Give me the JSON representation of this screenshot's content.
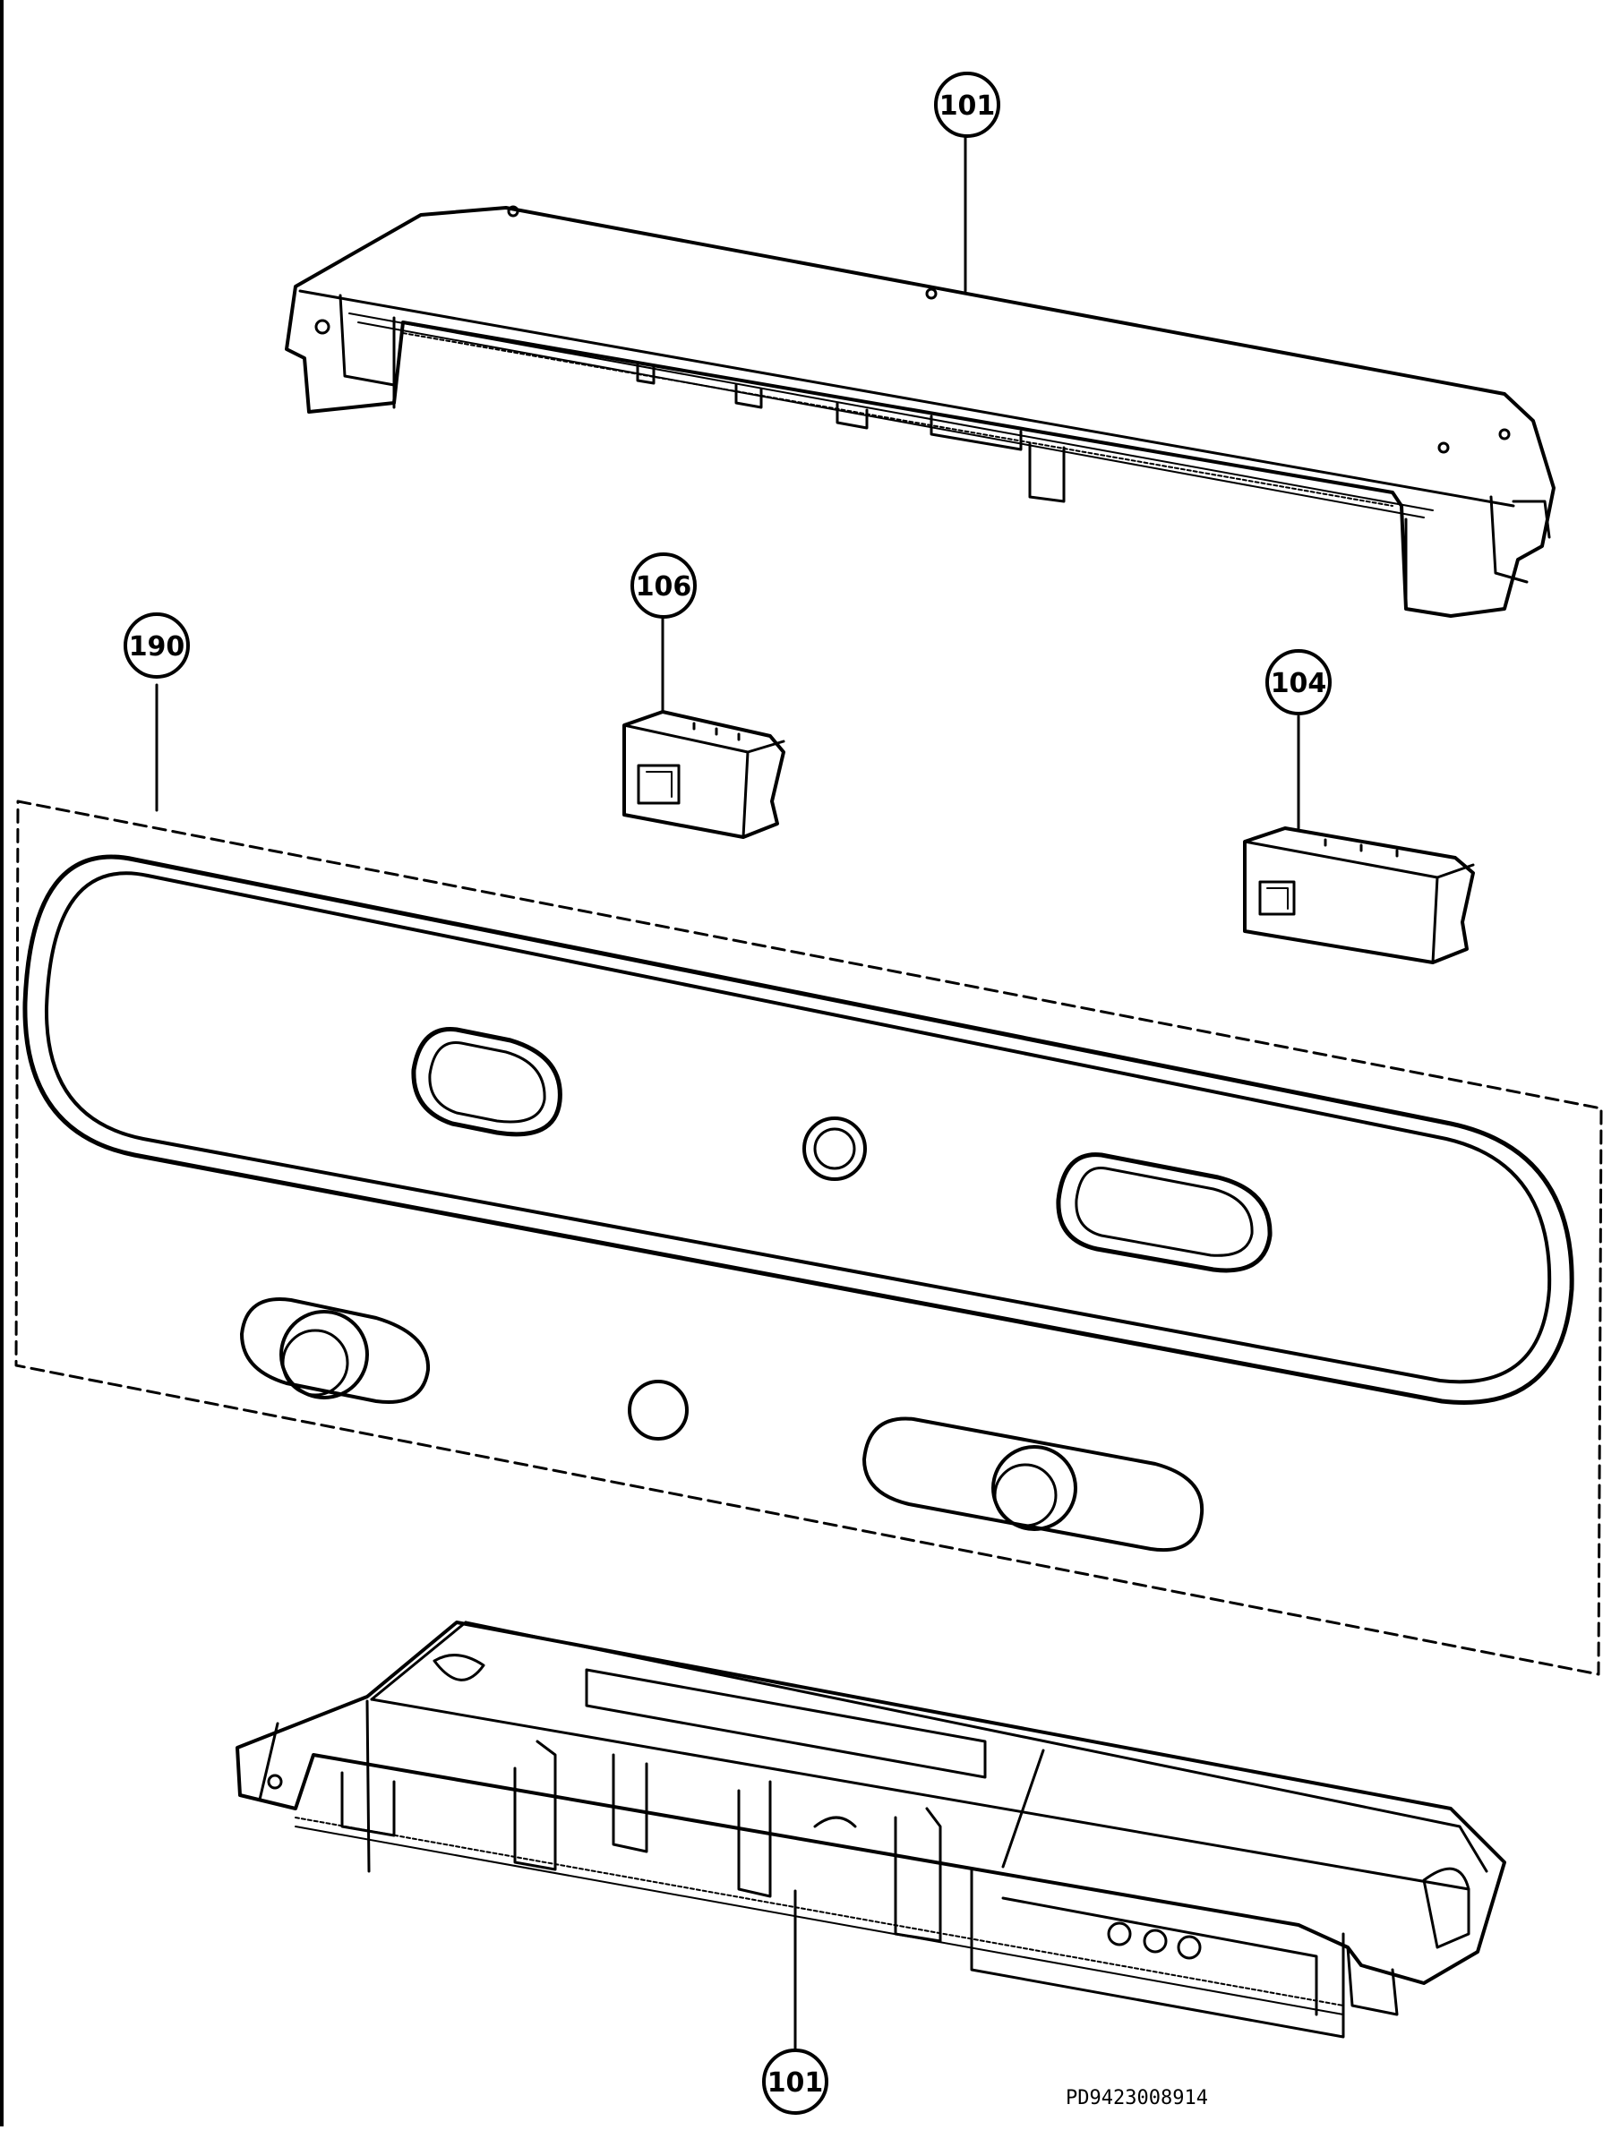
{
  "diagram": {
    "type": "exploded-parts-view",
    "callouts": {
      "housing_top": "101",
      "switch_left": "106",
      "panel_overlay": "190",
      "switch_right": "104",
      "housing_bottom": "101"
    },
    "document_number": "PD9423008914",
    "colors": {
      "line": "#000000",
      "background": "#ffffff"
    }
  }
}
